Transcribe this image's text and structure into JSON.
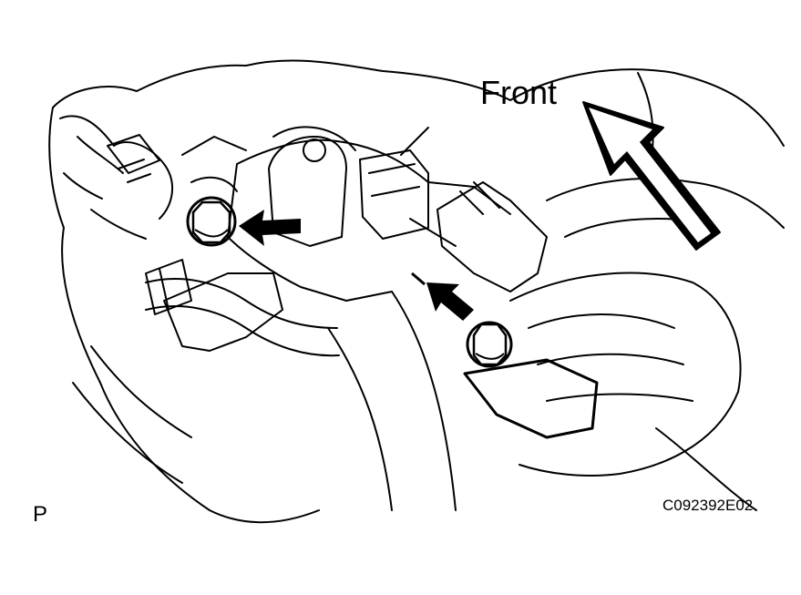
{
  "diagram": {
    "direction_label": "Front",
    "view_code": "P",
    "figure_code": "C092392E02",
    "line_color": "#000000",
    "background_color": "#ffffff"
  }
}
